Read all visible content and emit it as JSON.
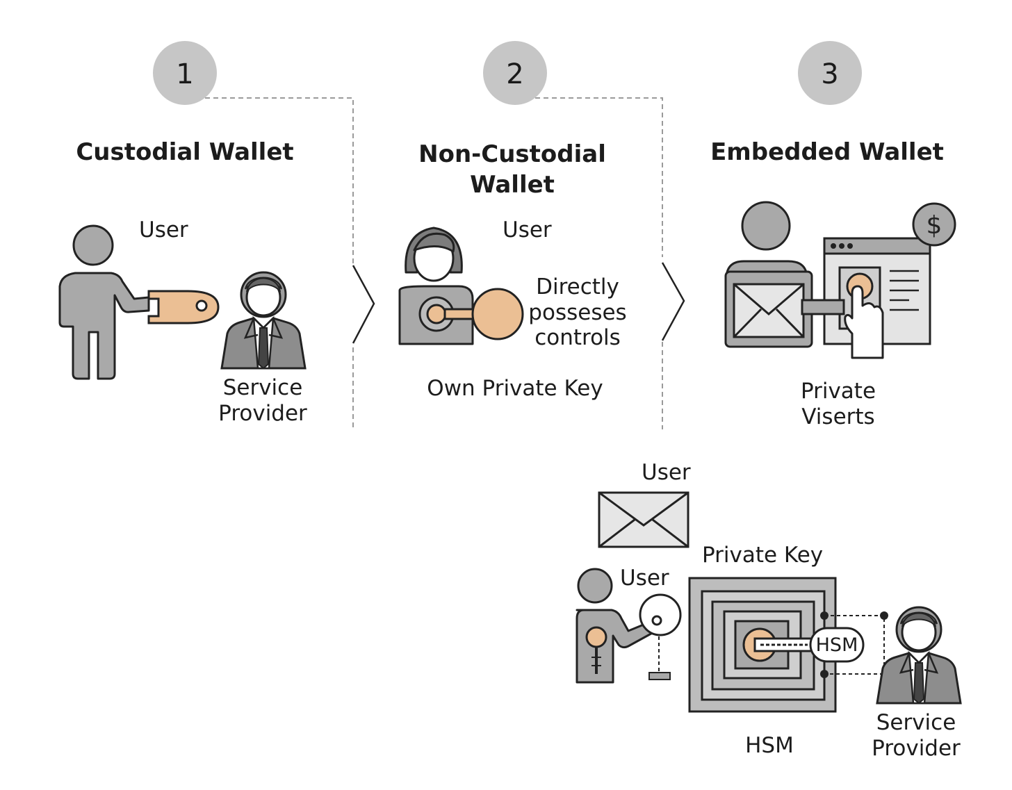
{
  "panels": [
    {
      "number": "1",
      "title": "Custodial Wallet",
      "user_label": "User",
      "provider_label_line1": "Service",
      "provider_label_line2": "Provider"
    },
    {
      "number": "2",
      "title_line1": "Non-Custodial",
      "title_line2": "Wallet",
      "user_label": "User",
      "note_line1": "Directly",
      "note_line2": "posseses",
      "note_line3": "controls",
      "caption": "Own Private Key"
    },
    {
      "number": "3",
      "title": "Embedded Wallet",
      "caption_line1": "Private",
      "caption_line2": "Viserts",
      "currency_symbol": "$"
    }
  ],
  "detail": {
    "email_user_label": "User",
    "user_label": "User",
    "private_key_label": "Private Key",
    "hsm_tag": "HSM",
    "hsm_caption": "HSM",
    "provider_label_line1": "Service",
    "provider_label_line2": "Provider"
  },
  "colors": {
    "gray_fill": "#a9a9a9",
    "light_gray": "#c6c6c6",
    "accent_peach": "#ebbf94",
    "line": "#222222",
    "dashed": "#9a9a9a"
  }
}
